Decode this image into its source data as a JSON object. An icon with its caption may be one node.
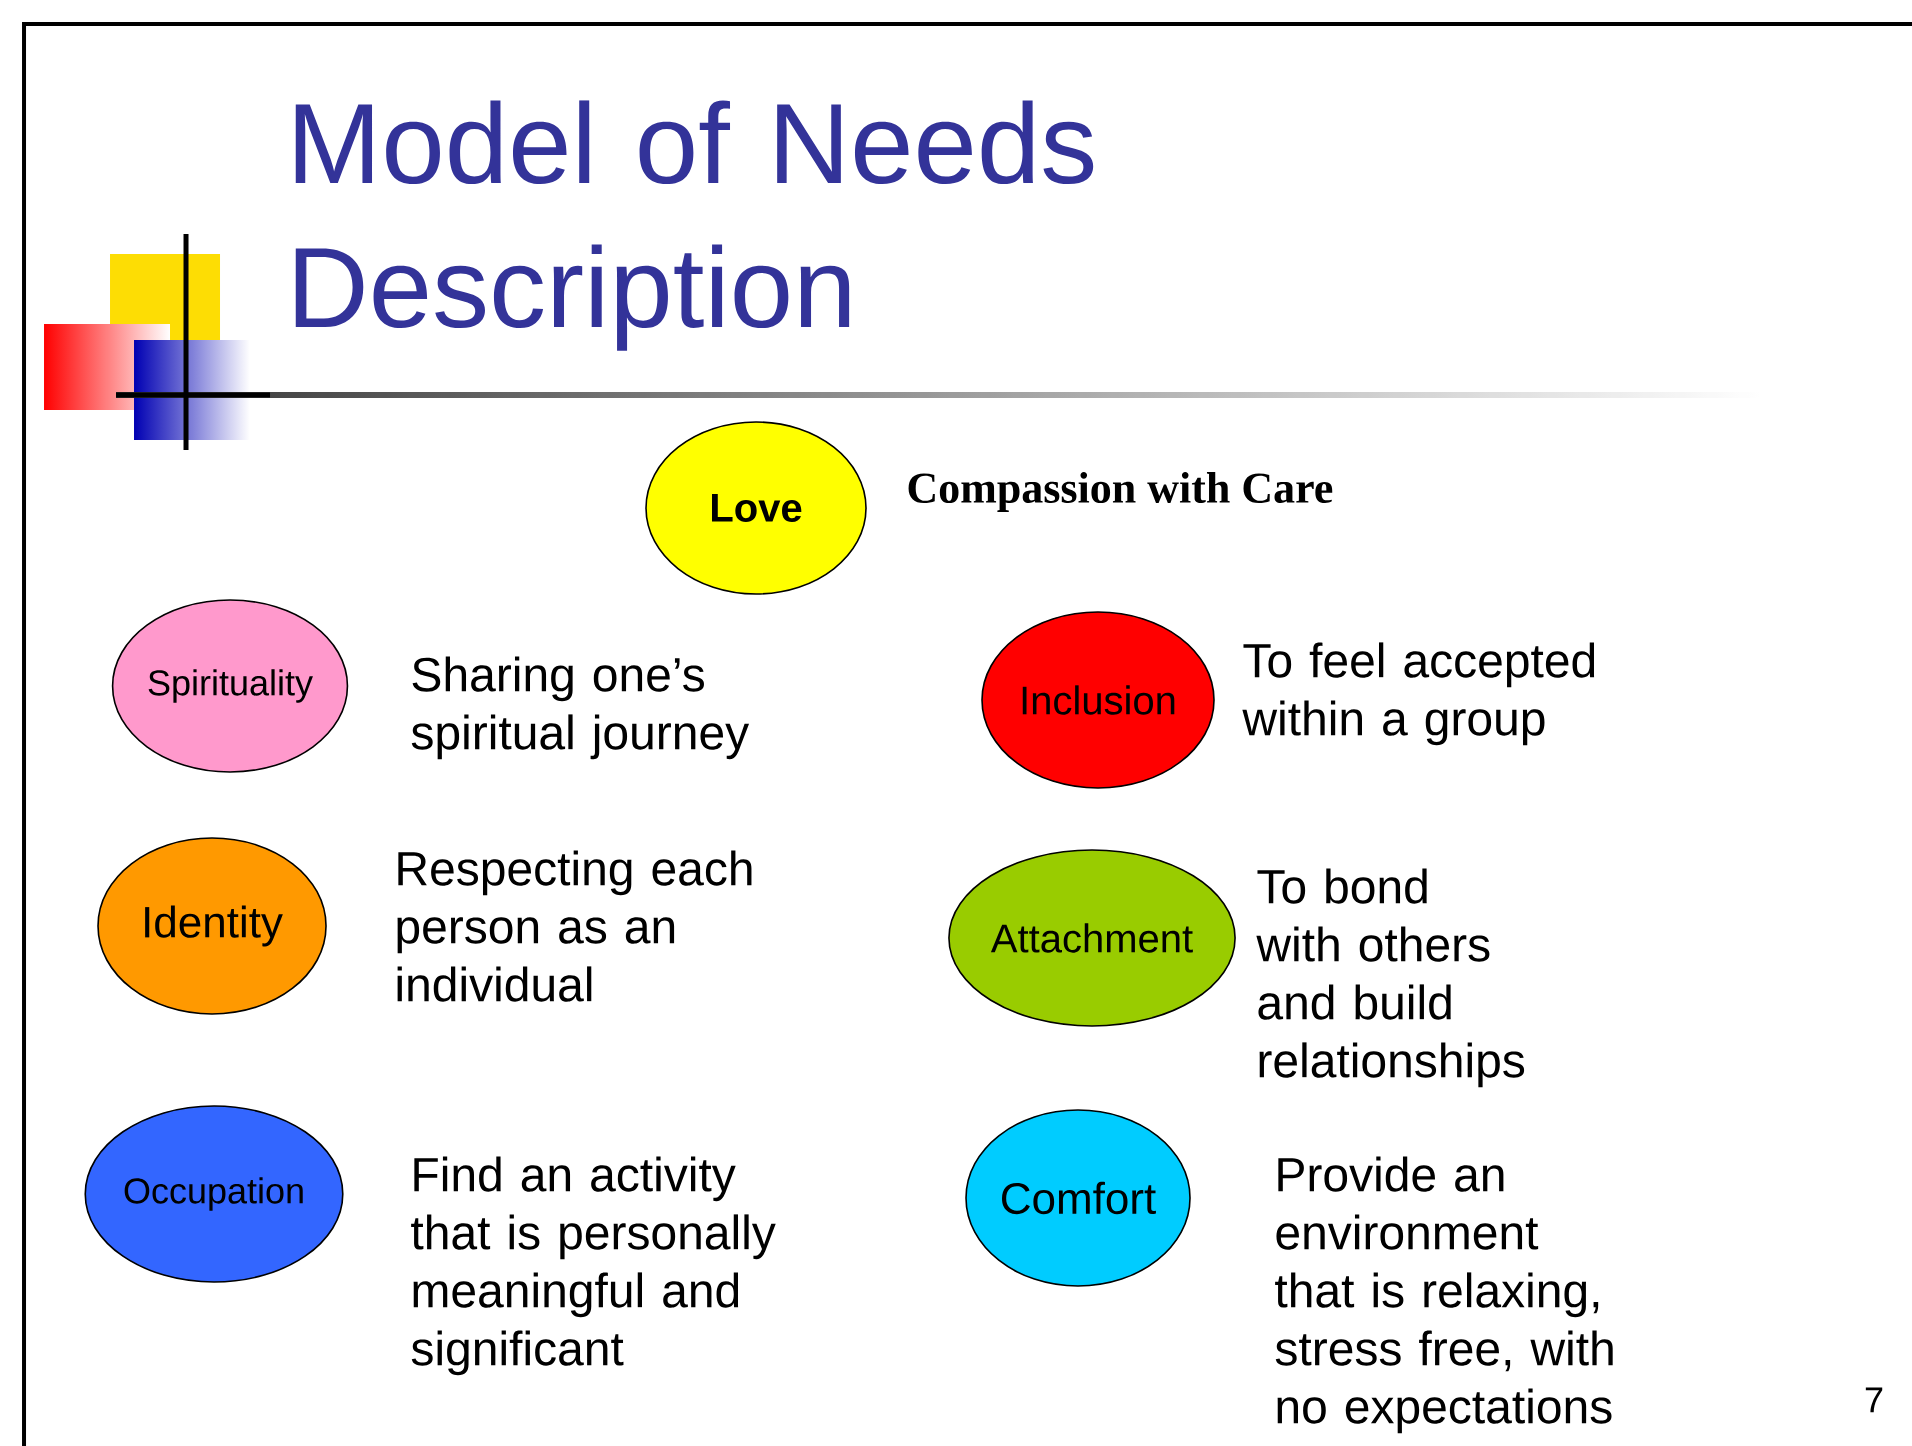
{
  "diagram": {
    "title": "Model of Needs Description",
    "nodes": [
      {
        "text": [
          "Love"
        ],
        "beside": [
          "Compassion with Care"
        ]
      },
      {
        "text": [
          "Spirituality"
        ],
        "beside": [
          "Sharing one’s spiritual journey"
        ]
      },
      {
        "text": [
          "Inclusion"
        ],
        "beside": [
          "To feel accepted within a group"
        ]
      },
      {
        "text": [
          "Identity"
        ],
        "beside": [
          "Respecting each person as an individual"
        ]
      },
      {
        "text": [
          "Attachment"
        ],
        "beside": [
          "To bond with others and build relationships"
        ]
      },
      {
        "text": [
          "Occupation"
        ],
        "beside": [
          "Find an activity that is personally meaningful and significant"
        ]
      },
      {
        "text": [
          "Comfort"
        ],
        "beside": [
          "Provide an environment that is relaxing, stress free, with no expectations"
        ]
      }
    ],
    "labels": [
      "7"
    ]
  }
}
